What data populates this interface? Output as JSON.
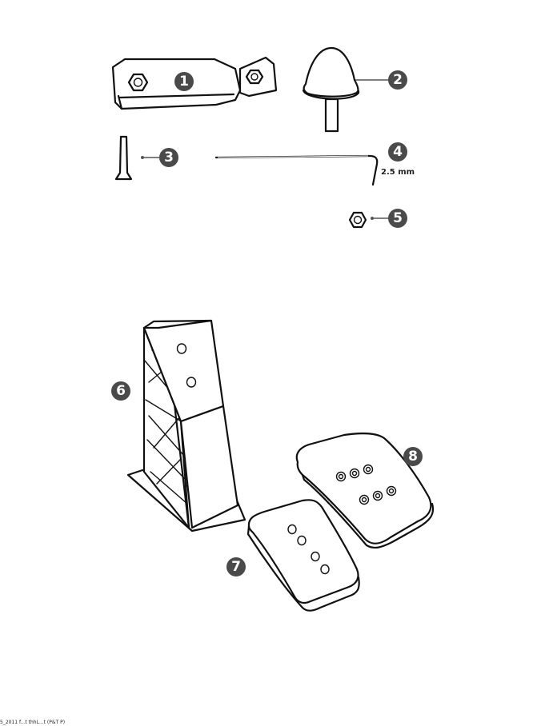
{
  "parts": [
    {
      "number": "1",
      "icon": "clamp-bracket-icon"
    },
    {
      "number": "2",
      "icon": "rubber-cone-foot-icon"
    },
    {
      "number": "3",
      "icon": "screw-icon"
    },
    {
      "number": "4",
      "icon": "hex-key-icon",
      "size": "2.5 mm"
    },
    {
      "number": "5",
      "icon": "hex-nut-icon"
    },
    {
      "number": "6",
      "icon": "pedal-arm-icon"
    },
    {
      "number": "7",
      "icon": "small-pedal-plate-icon"
    },
    {
      "number": "8",
      "icon": "large-pedal-plate-icon"
    }
  ],
  "colors": {
    "badge": "#4a4a4a",
    "line": "#111111",
    "background": "#ffffff"
  },
  "footer": "5_2011 f...t thhL...t (P&T P)"
}
